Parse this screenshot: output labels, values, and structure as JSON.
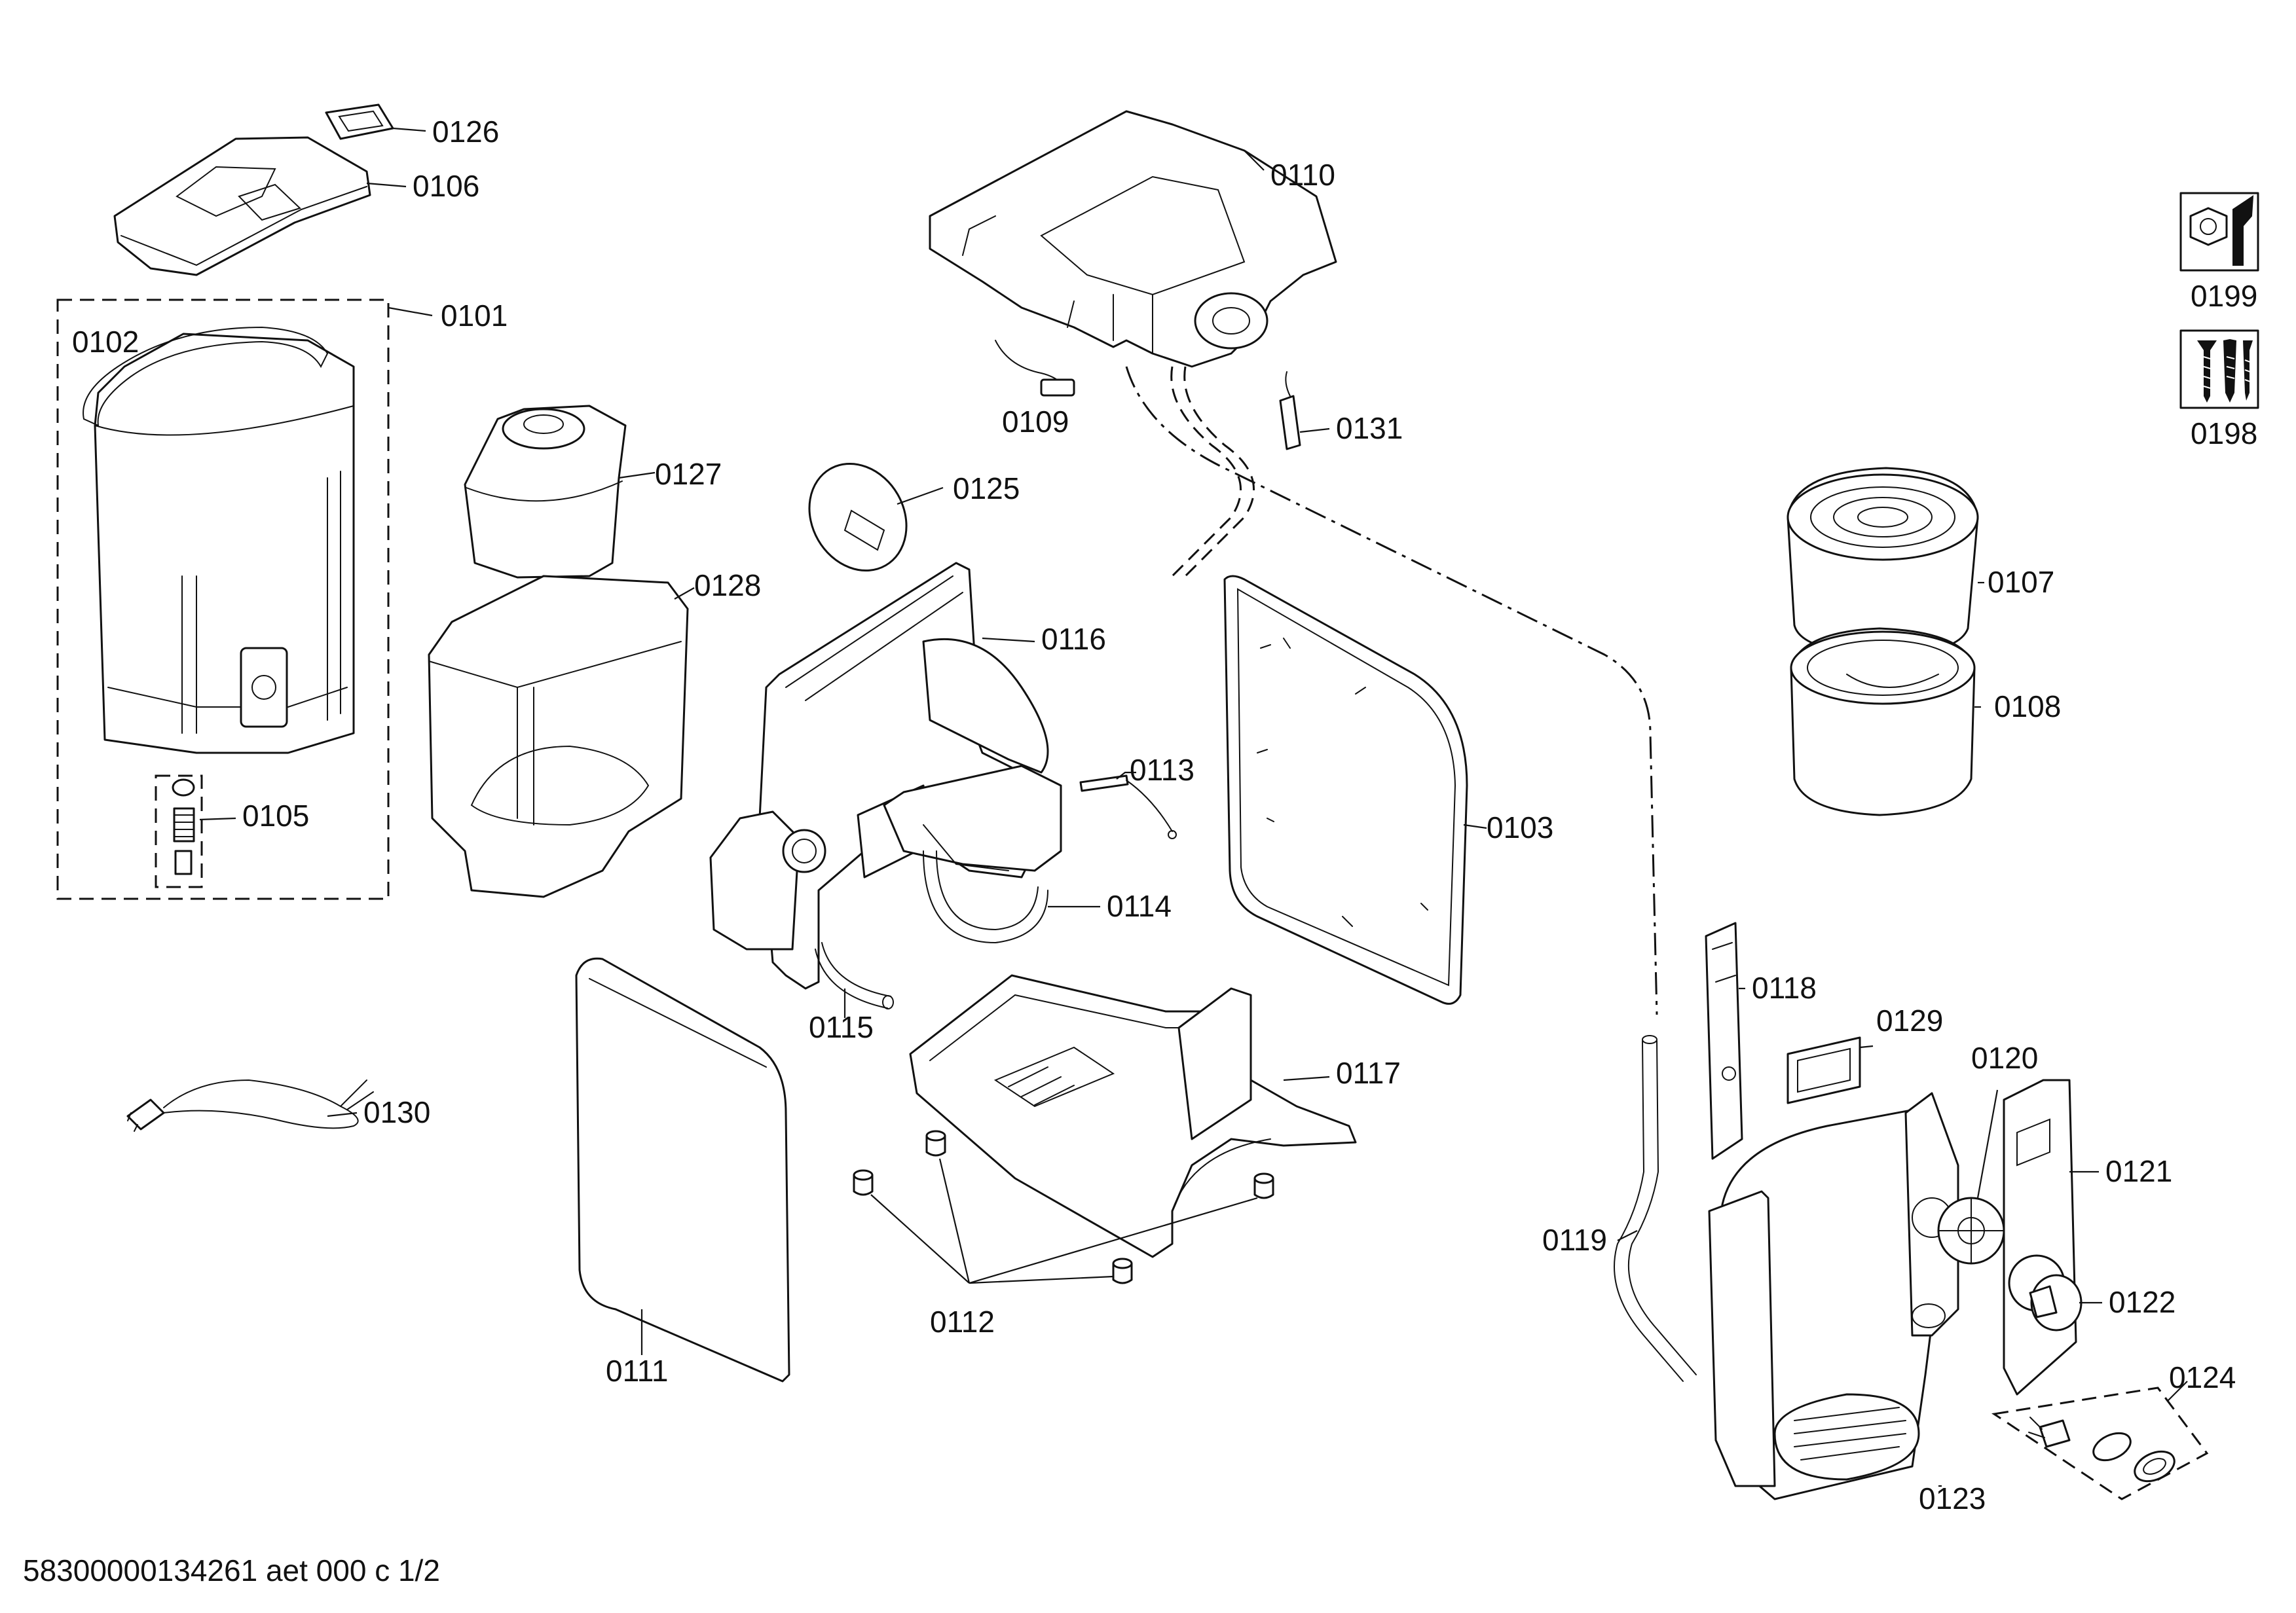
{
  "footer": "58300000134261 aet 000 c 1/2",
  "labels": {
    "p0101": "0101",
    "p0102": "0102",
    "p0103": "0103",
    "p0105": "0105",
    "p0106": "0106",
    "p0107": "0107",
    "p0108": "0108",
    "p0109": "0109",
    "p0110": "0110",
    "p0111": "0111",
    "p0112": "0112",
    "p0113": "0113",
    "p0114": "0114",
    "p0115": "0115",
    "p0116": "0116",
    "p0117": "0117",
    "p0118": "0118",
    "p0119": "0119",
    "p0120": "0120",
    "p0121": "0121",
    "p0122": "0122",
    "p0123": "0123",
    "p0124": "0124",
    "p0125": "0125",
    "p0126": "0126",
    "p0127": "0127",
    "p0128": "0128",
    "p0129": "0129",
    "p0130": "0130",
    "p0131": "0131",
    "p0198": "0198",
    "p0199": "0199"
  },
  "icons": {
    "p0199": "nut-and-wrench-icon",
    "p0198": "screws-icon"
  }
}
